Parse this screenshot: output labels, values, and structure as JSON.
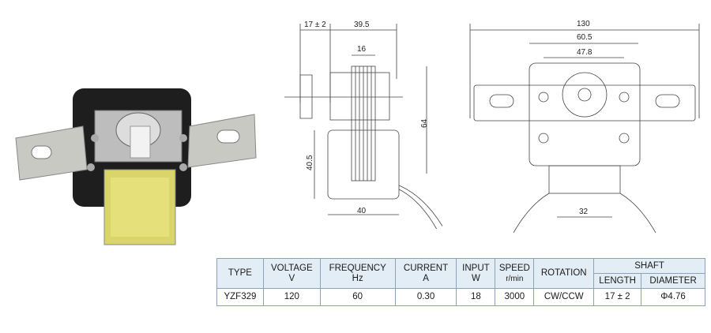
{
  "side_view": {
    "dim_shaft": "17 ± 2",
    "dim_depth": "39.5",
    "dim_stack": "16",
    "dim_height": "64",
    "dim_base_height": "40.5",
    "dim_base_width": "40"
  },
  "front_view": {
    "dim_total": "130",
    "dim_inner": "60.5",
    "dim_holes": "47.8",
    "dim_bottom": "32"
  },
  "table": {
    "headers": {
      "type": "TYPE",
      "voltage": "VOLTAGE",
      "voltage_unit": "V",
      "frequency": "FREQUENCY",
      "frequency_unit": "Hz",
      "current": "CURRENT",
      "current_unit": "A",
      "input": "INPUT",
      "input_unit": "W",
      "speed": "SPEED",
      "speed_unit": "r/min",
      "rotation": "ROTATION",
      "shaft": "SHAFT",
      "length": "LENGTH",
      "diameter": "DIAMETER"
    },
    "row": {
      "type": "YZF329",
      "voltage": "120",
      "frequency": "60",
      "current": "0.30",
      "input": "18",
      "speed": "3000",
      "rotation": "CW/CCW",
      "length": "17 ± 2",
      "diameter": "Φ4.76"
    }
  }
}
